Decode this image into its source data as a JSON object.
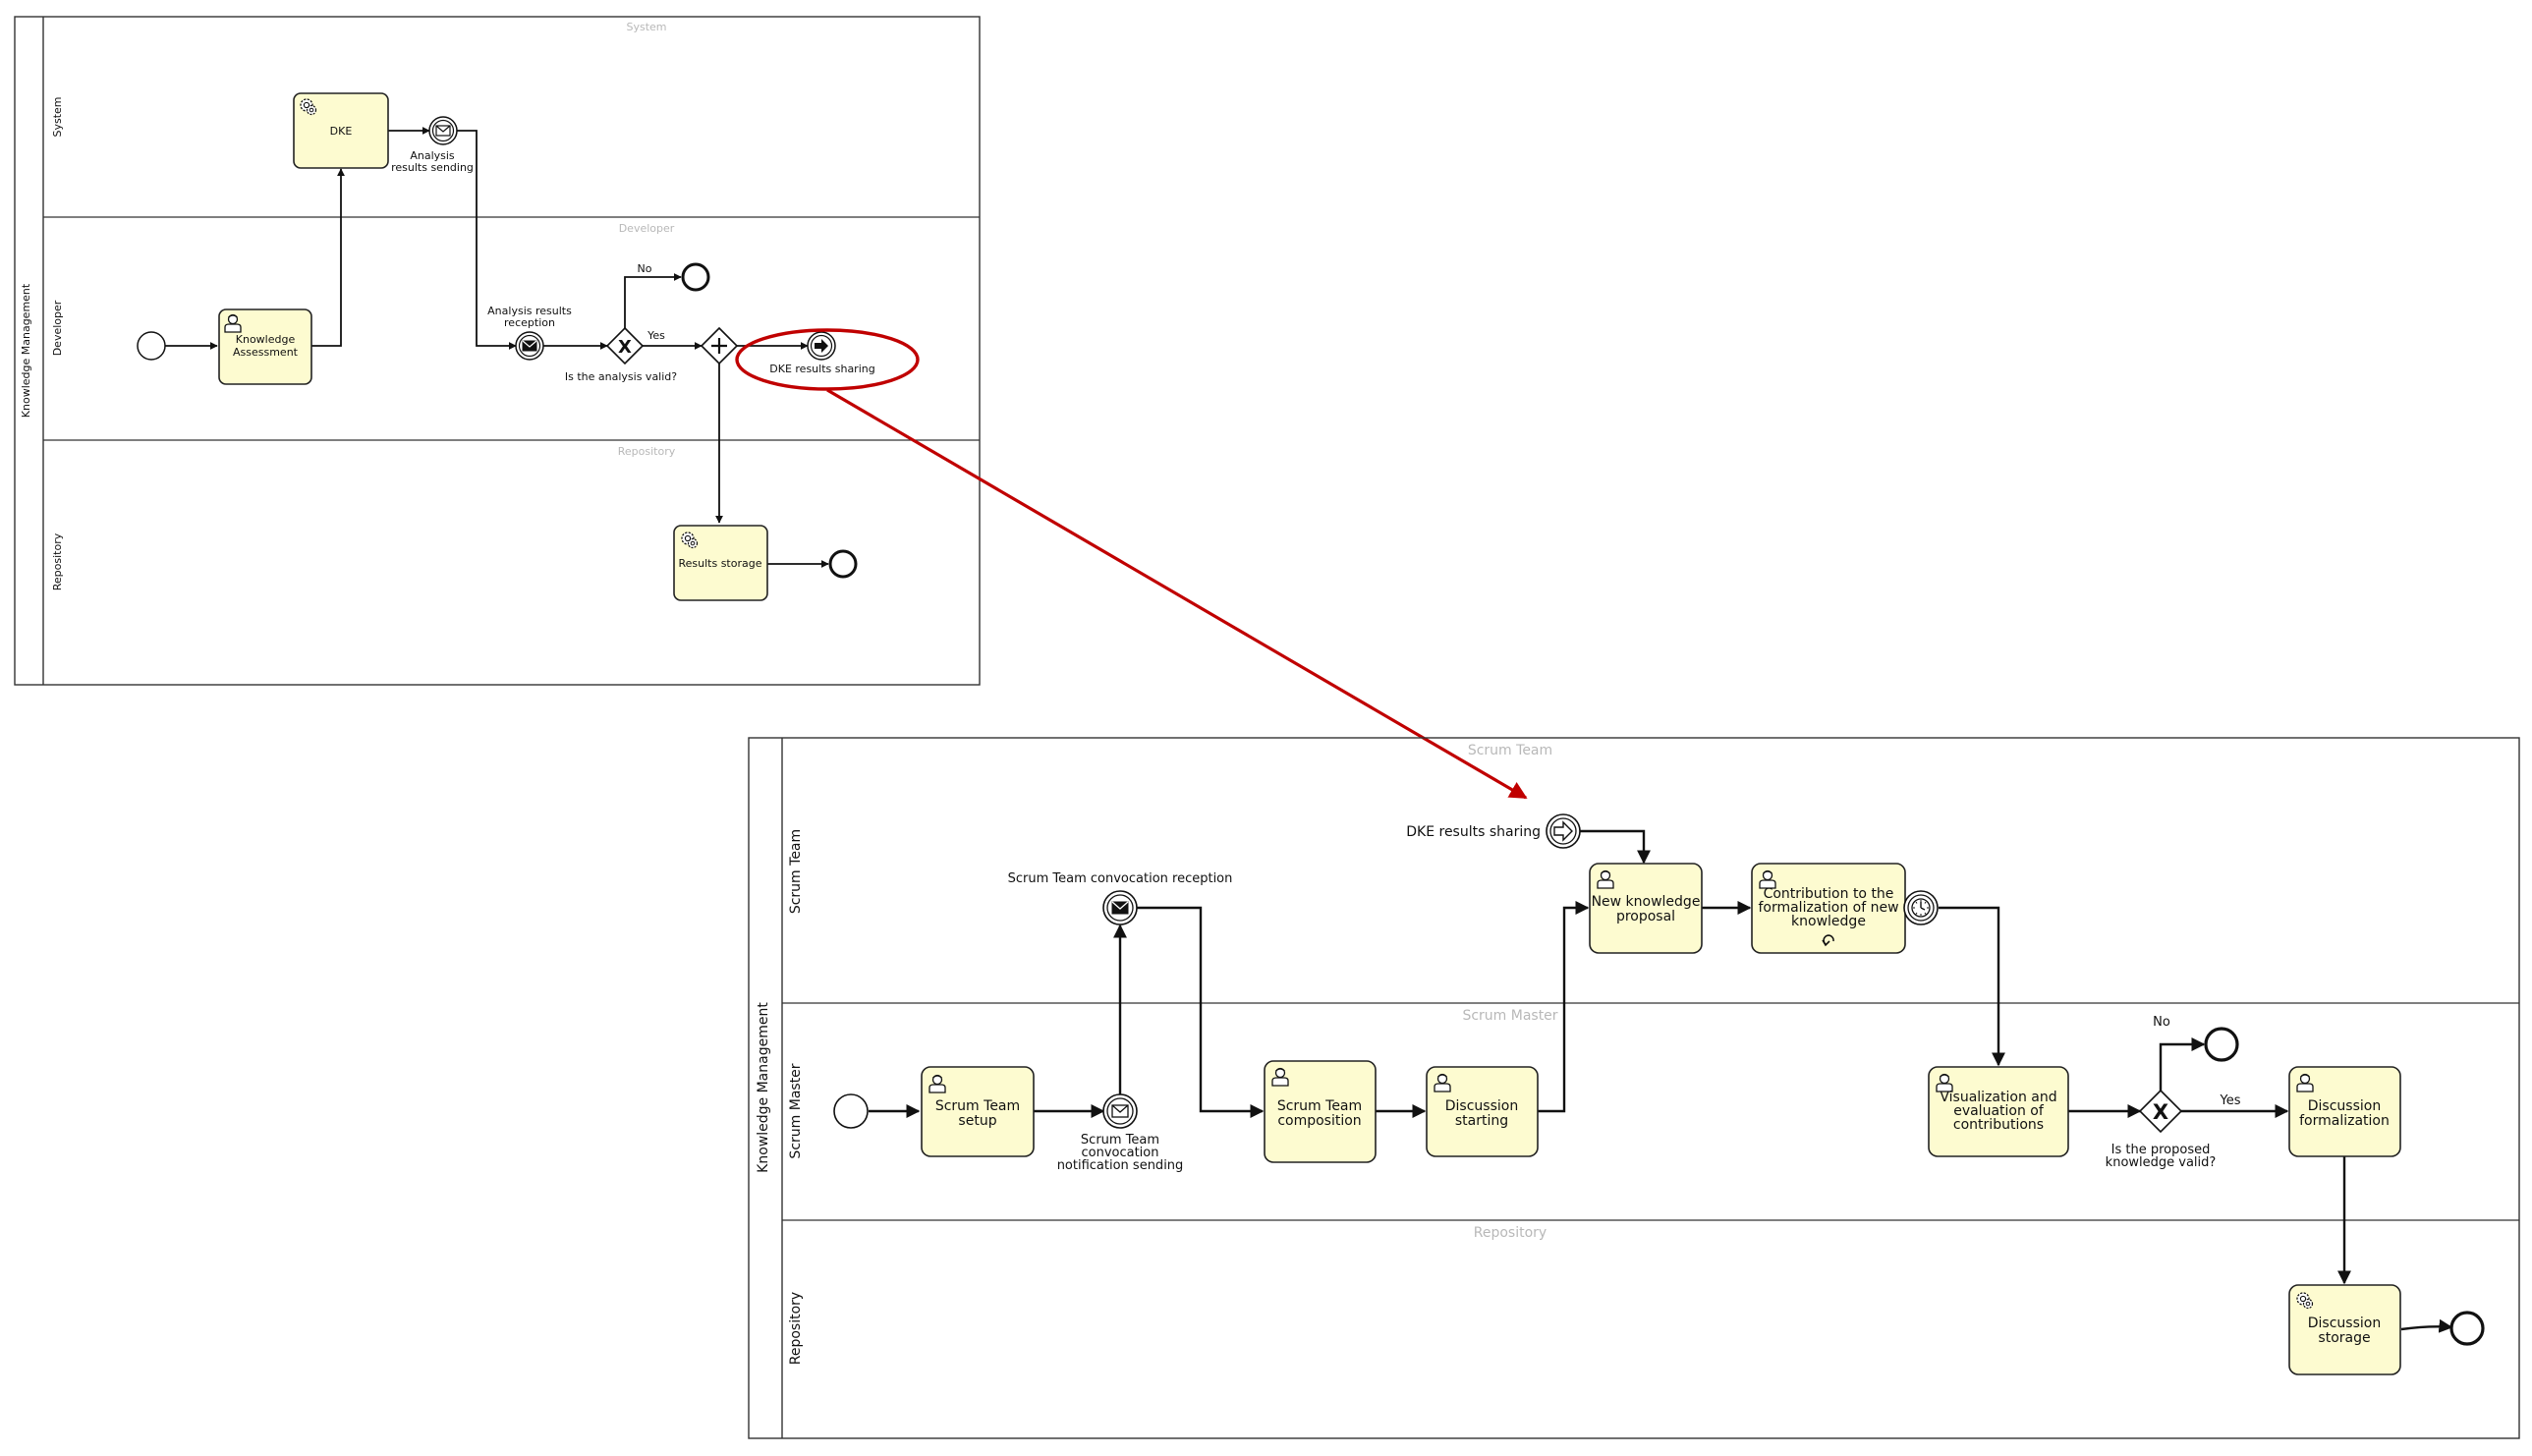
{
  "diagram1": {
    "pool_label": "Knowledge Management",
    "lanes": [
      {
        "name": "System",
        "watermark": "System"
      },
      {
        "name": "Developer",
        "watermark": "Developer"
      },
      {
        "name": "Repository",
        "watermark": "Repository"
      }
    ],
    "tasks": {
      "dke": "DKE",
      "knowledge_assessment": [
        "Knowledge",
        "Assessment"
      ],
      "results_storage": "Results storage"
    },
    "events": {
      "analysis_results_sending": [
        "Analysis",
        "results sending"
      ],
      "analysis_results_reception": [
        "Analysis results",
        "reception"
      ],
      "dke_results_sharing": "DKE results sharing"
    },
    "gateway": {
      "question": "Is the analysis valid?",
      "no_label": "No",
      "yes_label": "Yes"
    }
  },
  "diagram2": {
    "pool_label": "Knowledge Management",
    "lanes": [
      {
        "name": "Scrum Team",
        "watermark": "Scrum Team"
      },
      {
        "name": "Scrum Master",
        "watermark": "Scrum Master"
      },
      {
        "name": "Repository",
        "watermark": "Repository"
      }
    ],
    "tasks": {
      "scrum_team_setup": [
        "Scrum Team",
        "setup"
      ],
      "scrum_team_composition": [
        "Scrum Team",
        "composition"
      ],
      "discussion_starting": [
        "Discussion",
        "starting"
      ],
      "new_knowledge_proposal": [
        "New knowledge",
        "proposal"
      ],
      "contribution": [
        "Contribution to the",
        "formalization of new",
        "knowledge"
      ],
      "visualization": [
        "Visualization and",
        "evaluation of",
        "contributions"
      ],
      "discussion_formalization": [
        "Discussion",
        "formalization"
      ],
      "discussion_storage": [
        "Discussion",
        "storage"
      ]
    },
    "events": {
      "convocation_reception": "Scrum Team convocation reception",
      "convocation_sending": [
        "Scrum Team",
        "convocation",
        "notification sending"
      ],
      "dke_results_sharing": "DKE results sharing"
    },
    "gateway": {
      "question": [
        "Is the proposed",
        "knowledge valid?"
      ],
      "no_label": "No",
      "yes_label": "Yes"
    }
  },
  "colors": {
    "task_fill": "#fdfbd0",
    "highlight": "#c00000",
    "watermark": "#b8b8b8"
  }
}
